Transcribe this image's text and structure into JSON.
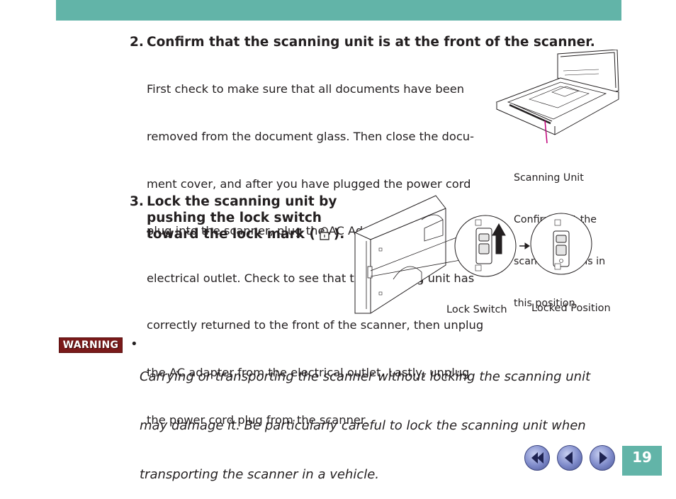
{
  "header": {
    "bar_color": "#62b4a8"
  },
  "step2": {
    "number": "2.",
    "title": "Confirm that the scanning unit is at the front of the scanner.",
    "body_lines": [
      "First check to make sure that all documents have been",
      "removed from the document glass. Then close the docu-",
      "ment cover, and after you have plugged the power cord",
      "plug into the scanner, plug the AC Adapter into the",
      "electrical outlet. Check to see that the scanning unit has",
      "correctly returned to the front of the scanner, then unplug",
      "the AC adapter from the electrical outlet. Lastly, unplug",
      "the power cord plug from the scanner."
    ]
  },
  "figure1": {
    "caption_title": "Scanning Unit",
    "caption_lines": [
      "Confirm that the",
      "scanning unit is in",
      "this position"
    ],
    "leader_color": "#c0007a"
  },
  "step3": {
    "number": "3.",
    "title_lines": [
      "Lock the scanning unit by",
      "pushing the lock switch",
      "toward the lock mark ("
    ],
    "title_end": ").",
    "lock_icon": "lock-icon"
  },
  "figure2": {
    "label_lock_switch": "Lock Switch",
    "label_locked_position": "Locked Position"
  },
  "warning": {
    "badge": "WARNING",
    "bullet": "•",
    "lines": [
      "Carrying or transporting the scanner without locking the scanning unit",
      "may damage it. Be particularly careful to lock the scanning unit when",
      "transporting the scanner in a vehicle."
    ]
  },
  "footer": {
    "nav_buttons": [
      "first-page-icon",
      "previous-page-icon",
      "next-page-icon"
    ],
    "page_number": "19"
  }
}
